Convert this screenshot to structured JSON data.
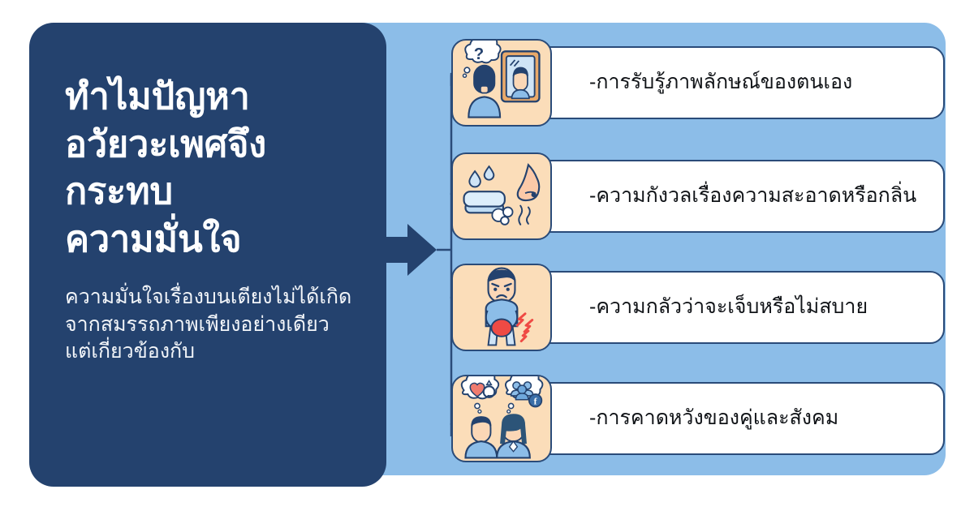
{
  "theme": {
    "navy": "#24426e",
    "panel_blue": "#8cbde8",
    "card_white": "#ffffff",
    "card_border": "#2a4b79",
    "icon_box_peach": "#fbddb9",
    "page_background": "#ffffff"
  },
  "left_panel": {
    "headline_lines": [
      "ทำไมปัญหา",
      "อวัยวะเพศจึง",
      "กระทบ",
      "ความมั่นใจ"
    ],
    "subcopy_lines": [
      "ความมั่นใจเรื่องบนเตียงไม่ได้เกิด",
      "จากสมรรถภาพเพียงอย่างเดียว",
      "แต่เกี่ยวข้องกับ"
    ]
  },
  "connector": {
    "arrow_label": "arrow-right",
    "branch_count": 4
  },
  "items": [
    {
      "label": "-การรับรู้ภาพลักษณ์ของตนเอง",
      "icon": "person-mirror-self-image-icon"
    },
    {
      "label": "-ความกังวลเรื่องความสะอาดหรือกลิ่น",
      "icon": "soap-nose-hygiene-icon"
    },
    {
      "label": "-ความกลัวว่าจะเจ็บหรือไม่สบาย",
      "icon": "person-groin-pain-icon"
    },
    {
      "label": "-การคาดหวังของคู่และสังคม",
      "icon": "couple-social-expectation-icon"
    }
  ]
}
